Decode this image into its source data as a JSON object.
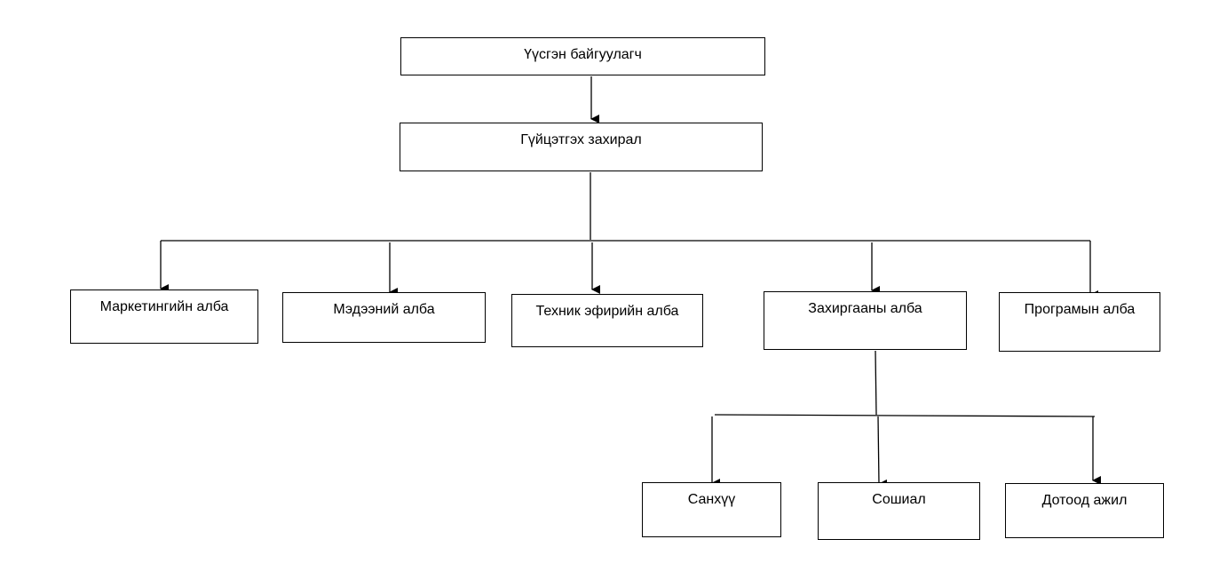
{
  "diagram": {
    "line_color": "#000000",
    "nodes": {
      "founder": "Үүсгэн байгуулагч",
      "director": "Гүйцэтгэх захирал",
      "marketing": "Маркетингийн алба",
      "knowledge": "Мэдээний алба",
      "tech": "Техник эфирийн алба",
      "admin": "Захиргааны алба",
      "program": "Програмын алба",
      "finance": "Санхүү",
      "social": "Сошиал",
      "internal": "Дотоод ажил"
    }
  }
}
